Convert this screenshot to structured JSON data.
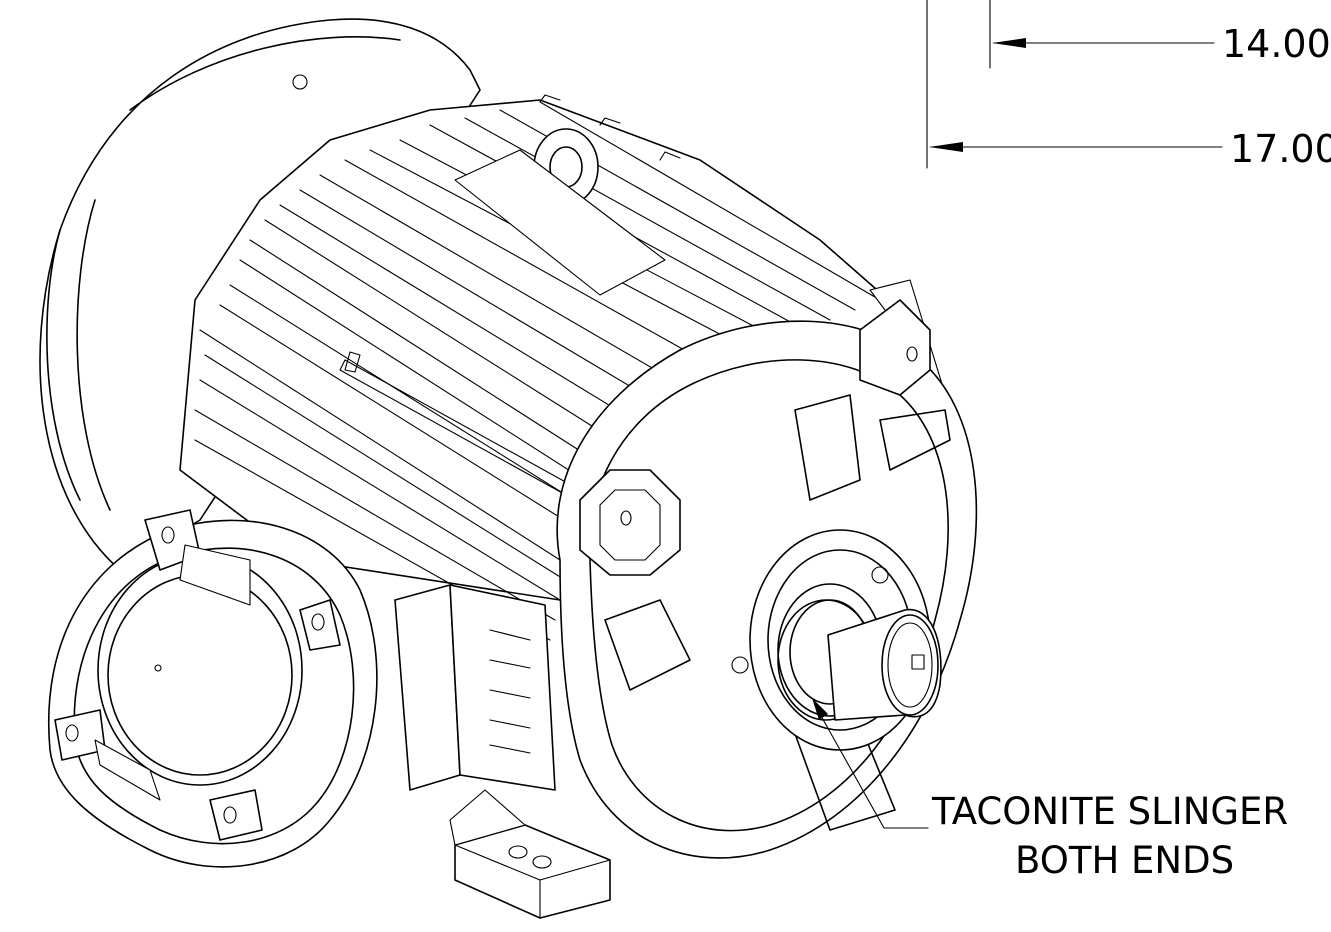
{
  "dimensions": [
    {
      "value": "14.00"
    },
    {
      "value": "17.00"
    }
  ],
  "callout": {
    "line1": "TACONITE SLINGER",
    "line2": "BOTH ENDS"
  },
  "subject": {
    "icon": "electric-motor-drawing"
  },
  "colors": {
    "line": "#000000",
    "background": "#ffffff"
  }
}
